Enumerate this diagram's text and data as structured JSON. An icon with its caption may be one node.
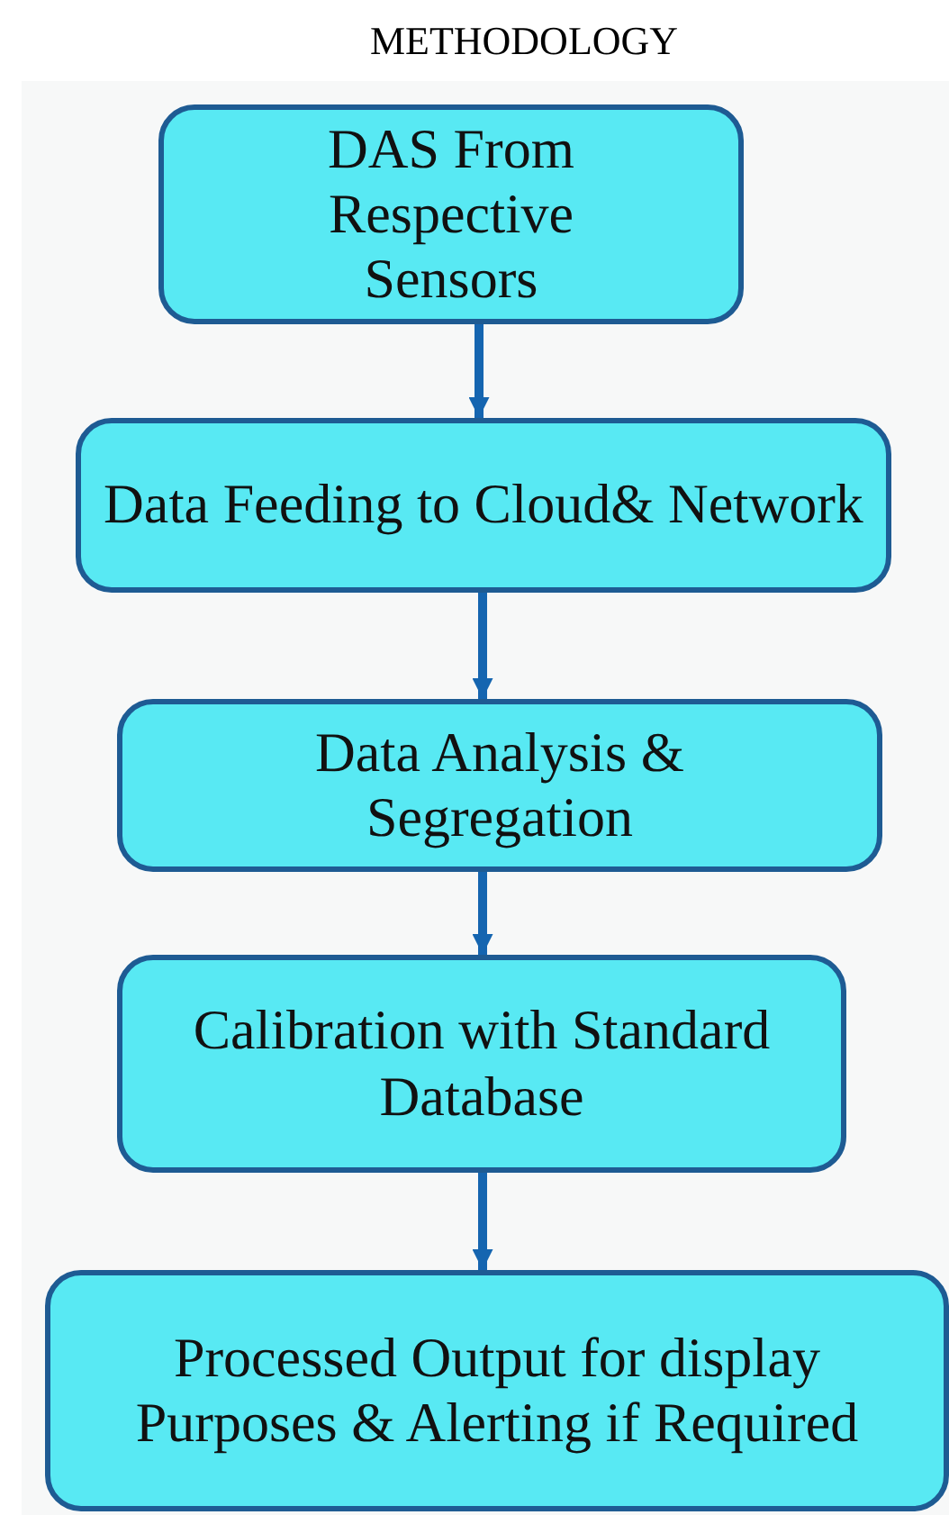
{
  "diagram": {
    "title": "METHODOLOGY",
    "nodes": [
      {
        "text": [
          "DAS From Respective Sensors"
        ]
      },
      {
        "text": [
          "Data Feeding to Cloud& Network"
        ]
      },
      {
        "text": [
          "Data Analysis & Segregation"
        ]
      },
      {
        "text": [
          "Calibration with Standard Database"
        ]
      },
      {
        "text": [
          "Processed Output for display Purposes & Alerting if Required"
        ]
      }
    ],
    "edges": [
      {
        "from": 0,
        "to": 1,
        "arrow": "to"
      },
      {
        "from": 1,
        "to": 2,
        "arrow": "to"
      },
      {
        "from": 2,
        "to": 3,
        "arrow": "to"
      },
      {
        "from": 3,
        "to": 4,
        "arrow": "to"
      }
    ]
  }
}
